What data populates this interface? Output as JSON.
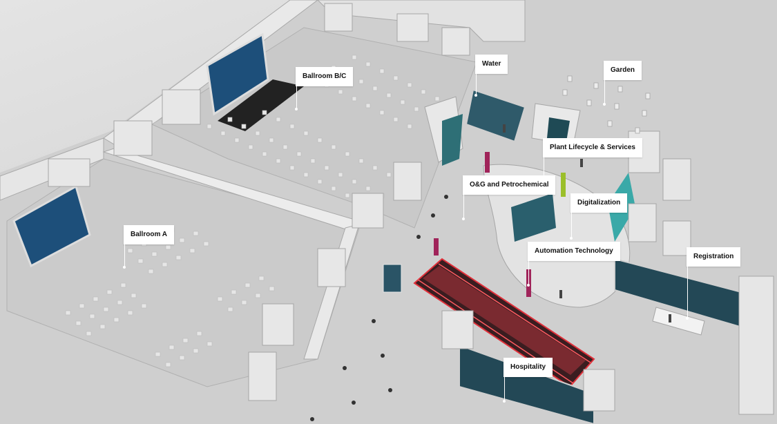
{
  "zones": [
    {
      "id": "ballroom-bc",
      "label": "Ballroom B/C"
    },
    {
      "id": "water",
      "label": "Water"
    },
    {
      "id": "garden",
      "label": "Garden"
    },
    {
      "id": "plant-lifecycle",
      "label": "Plant Lifecycle & Services"
    },
    {
      "id": "og-petrochemical",
      "label": "O&G and Petrochemical"
    },
    {
      "id": "digitalization",
      "label": "Digitalization"
    },
    {
      "id": "ballroom-a",
      "label": "Ballroom A"
    },
    {
      "id": "automation-technology",
      "label": "Automation Technology"
    },
    {
      "id": "registration",
      "label": "Registration"
    },
    {
      "id": "hospitality",
      "label": "Hospitality"
    }
  ],
  "colors": {
    "floor": "#cfcfcf",
    "wall": "#e8e8e8",
    "wall_shadow": "#a9a9a9",
    "screen": "#1d4f7a",
    "accent_magenta": "#a0245a",
    "accent_teal": "#3aa9a8",
    "accent_lime": "#9bbf2a",
    "escalator_glow": "#e0303a",
    "label_bg": "#ffffff"
  }
}
